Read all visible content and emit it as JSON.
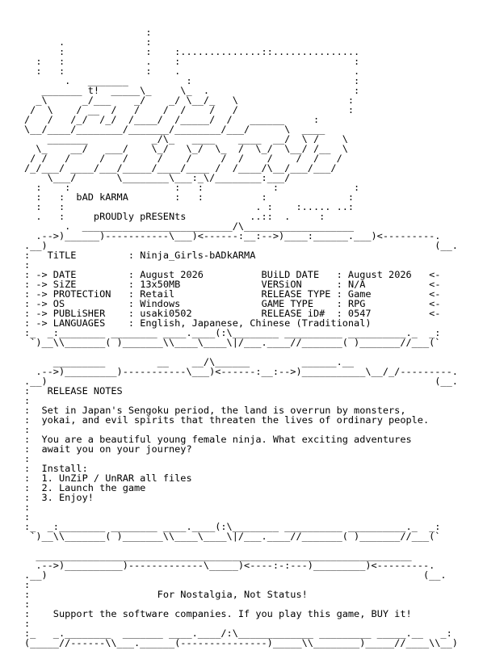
{
  "logo_art": [
    "                     :",
    "      .              :",
    "      :              :    :..............::...............",
    "  :   :              .    :                              :",
    "  :   :              :    .                              .",
    "       .   _______          :                            :",
    "   _______ t!  _____\\_     \\_  .                         :",
    "  _\\      _/___    _/    _/ \\__/_   \\                   :",
    " /  \\    / __  /   /    /  /    /   /                   :",
    "/   /   /_/  /_/  /____/  /_____/  /   ______     :",
    "\\__/____/________/_______/________/___/      \\  ____",
    "    _______           _/\\_   ____    ____  __/  \\ /    \\",
    "  \\_    __/   ___/    \\_/   \\_/  \\_  /  \\_/  \\__/ /__  \\",
    " / /   /     /   /     /    /     /  /    /    /  /   /",
    "/_/___/ ____/___/_____/____/____ /  /____/\\__/___/___/",
    "    \\___/       \\________\\___:_\\/________:___/",
    "  :    :                  :   :            :             :",
    "  :   :  bAD kARMA        :   :          :              :",
    "  :   :                                 . :    :..... ..:",
    "  .   :     pROUDly pRESENts           ..::  .     :",
    "       .  __________________________/\\___________________"
  ],
  "info_box": {
    "top_border": "  .-->)______)-----------\\___)<------:__:-->)____:______.___)<---------.",
    "top_border2": ".__)                                                                   (__.",
    "title_label": "TiTLE",
    "title_value": "Ninja_Girls-bADkARMA",
    "rows": [
      {
        "label_l": "DATE",
        "value_l": "August 2026",
        "label_r": "BUiLD DATE",
        "value_r": "August 2026"
      },
      {
        "label_l": "SiZE",
        "value_l": "13x50MB",
        "label_r": "VERSiON",
        "value_r": "N/A"
      },
      {
        "label_l": "PROTECTiON",
        "value_l": "Retail",
        "label_r": "RELEASE TYPE",
        "value_r": "Game"
      },
      {
        "label_l": "OS",
        "value_l": "Windows",
        "label_r": "GAME TYPE",
        "value_r": "RPG"
      },
      {
        "label_l": "PUBLiSHER",
        "value_l": "usaki0502",
        "label_r": "RELEASE iD#",
        "value_r": "0547"
      }
    ],
    "languages_label": "LANGUAGES",
    "languages_value": "English, Japanese, Chinese (Traditional)",
    "bottom_border": ":_  _:________ ________ ____.____(:\\________ __________ __________._  _:",
    "bottom_border2": " `)__\\\\_______( )_______\\\\____\\____\\|/___.____//_______( )_______//___(`"
  },
  "notes_box": {
    "top_art": "     _________         __    __/\\______         ______.__",
    "top_border": "  .-->)_________)-----------\\___)<------:__:-->)___________\\__/_/---------.",
    "top_border2": ".__)                                                                   (__.",
    "heading": "RELEASE NOTES",
    "para1": [
      "Set in Japan's Sengoku period, the land is overrun by monsters,",
      "yokai, and evil spirits that threaten the lives of ordinary people."
    ],
    "para2": [
      "You are a beautiful young female ninja. What exciting adventures",
      "await you on your journey?"
    ],
    "install_label": "Install:",
    "install_steps": [
      "1. UnZiP / UnRAR all files",
      "2. Launch the game",
      "3. Enjoy!"
    ],
    "bottom_border": ":_  _:________ ________ ____.____(:\\________ __________ __________._  _:",
    "bottom_border2": " `)__\\\\_______( )_______\\\\____\\____\\|/___.____//_______( )_______//___(`"
  },
  "footer_box": {
    "top_art": "  _________________________________________________________________",
    "top_border": "  .-->)__________)-------------\\_____)<----:-:---)_________)<---------.",
    "top_border2": ".__)                                                                 (__.",
    "motto": "For Nostalgia, Not Status!",
    "support": "Support the software companies. If you play this game, BUY it!",
    "bottom_border": ":_   _.________  _______ ____.____/:\\_____________ _________ _____.__   _:",
    "bottom_border2": "(_____//------\\\\___.______(---------------)_____\\\\________)_____//____\\\\__)"
  }
}
